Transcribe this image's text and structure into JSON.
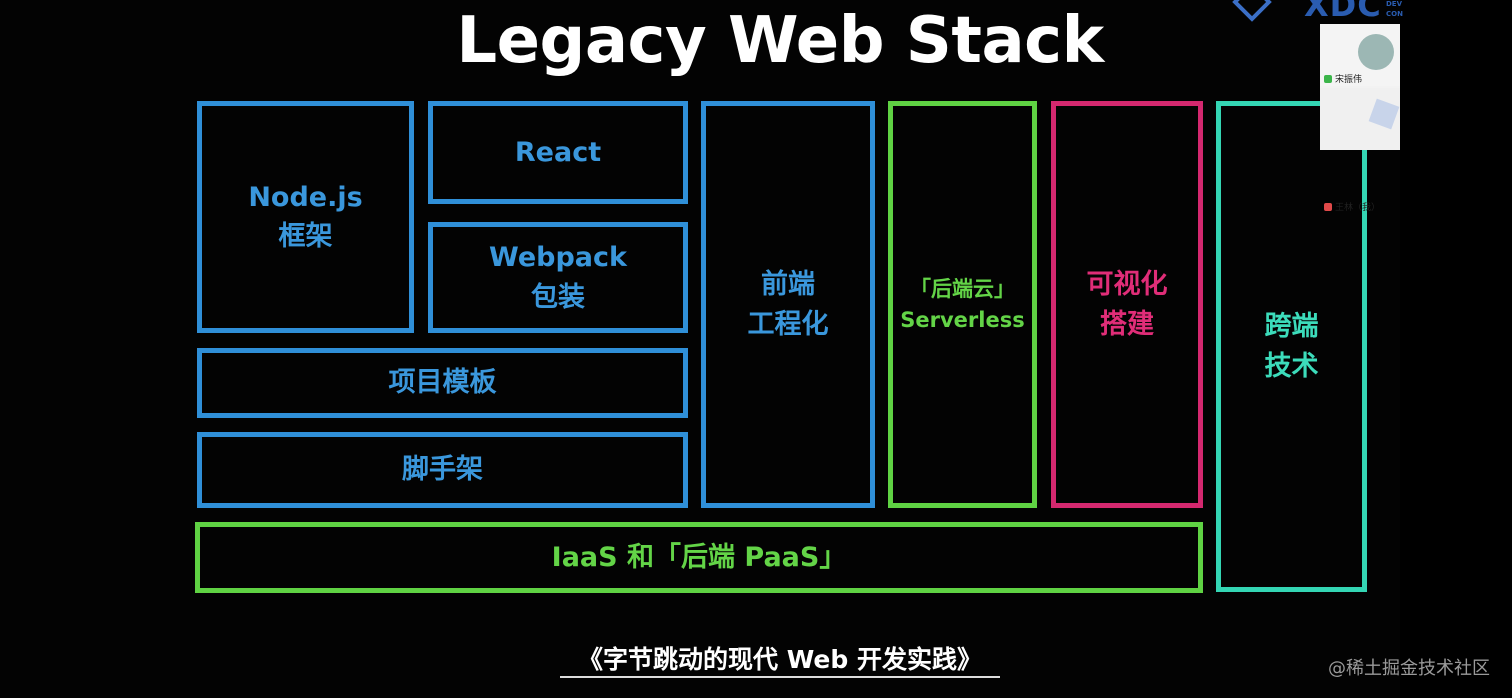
{
  "slide": {
    "title": "Legacy Web Stack",
    "subtitle": "《字节跳动的现代 Web 开发实践》"
  },
  "boxes": {
    "nodejs": [
      "Node.js",
      "框架"
    ],
    "react": "React",
    "webpack": [
      "Webpack",
      "包装"
    ],
    "template": "项目模板",
    "scaffold": "脚手架",
    "fe_engineering": [
      "前端",
      "工程化"
    ],
    "serverless": [
      "「后端云」",
      "Serverless"
    ],
    "visual": [
      "可视化",
      "搭建"
    ],
    "cross": [
      "跨端",
      "技术"
    ],
    "iaas": "IaaS 和「后端 PaaS」"
  },
  "logo": {
    "text": "XDC",
    "mini": [
      "DEV",
      "CON"
    ]
  },
  "participants": [
    {
      "name": "宋振伟",
      "mic": "on"
    },
    {
      "name": "王林（我）",
      "mic": "off"
    }
  ],
  "watermark": "@稀土掘金技术社区",
  "colors": {
    "blue": "#2f8fd8",
    "green": "#5fd243",
    "pink": "#d4286f",
    "teal": "#34d6b4"
  }
}
